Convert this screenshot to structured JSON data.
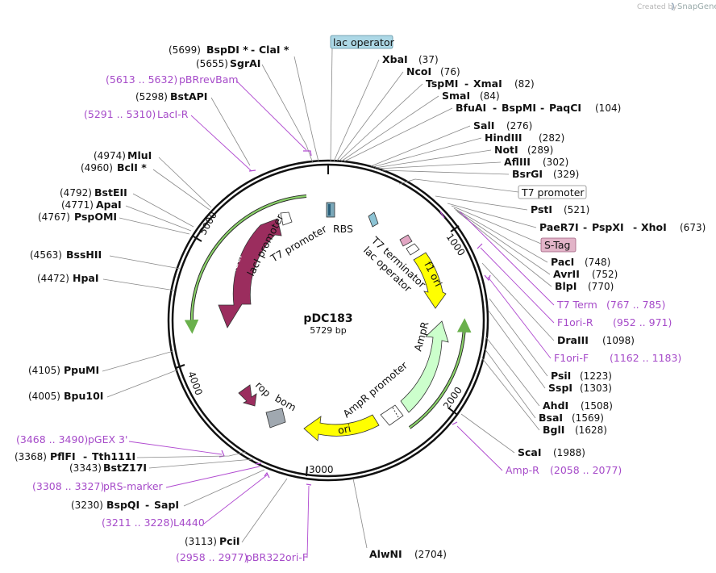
{
  "credit": {
    "prefix": "Created by",
    "brand": "SnapGene"
  },
  "plasmid": {
    "name": "pDC183",
    "size_label": "5729 bp"
  },
  "ticks": [
    "1000",
    "2000",
    "3000",
    "4000",
    "5000"
  ],
  "features": {
    "lac_operator_top": "lac operator",
    "t7_promoter_box": "T7 promoter",
    "s_tag_box": "S-Tag",
    "rbs": "RBS",
    "t7_terminator": "T7 terminator",
    "lac_operator_in": "lac operator",
    "laci_promoter": "lacI promoter",
    "t7_promoter_in": "T7 promoter",
    "laci": "lacI",
    "f1_ori": "f1 ori",
    "ampr": "AmpR",
    "ampr_promoter": "AmpR promoter",
    "ori": "ori",
    "rop": "rop",
    "bom": "bom"
  },
  "sites": [
    {
      "pos": "(5699)",
      "name": "BspDI *",
      "name2": "ClaI *"
    },
    {
      "pos": "(5655)",
      "name": "SgrAI"
    },
    {
      "pos": "(5298)",
      "name": "BstAPI"
    },
    {
      "pos": "(4974)",
      "name": "MluI"
    },
    {
      "pos": "(4960)",
      "name": "BclI *"
    },
    {
      "pos": "(4792)",
      "name": "BstEII"
    },
    {
      "pos": "(4771)",
      "name": "ApaI"
    },
    {
      "pos": "(4767)",
      "name": "PspOMI"
    },
    {
      "pos": "(4563)",
      "name": "BssHII"
    },
    {
      "pos": "(4472)",
      "name": "HpaI"
    },
    {
      "pos": "(4105)",
      "name": "PpuMI"
    },
    {
      "pos": "(4005)",
      "name": "Bpu10I"
    },
    {
      "pos": "(3368)",
      "name": "PflFI",
      "name2": "Tth111I"
    },
    {
      "pos": "(3343)",
      "name": "BstZ17I"
    },
    {
      "pos": "(3230)",
      "name": "BspQI",
      "name2": "SapI"
    },
    {
      "pos": "(3113)",
      "name": "PciI"
    },
    {
      "name": "XbaI",
      "pos": "(37)"
    },
    {
      "name": "NcoI",
      "pos": "(76)"
    },
    {
      "name": "TspMI",
      "name2": "XmaI",
      "pos": "(82)"
    },
    {
      "name": "SmaI",
      "pos": "(84)"
    },
    {
      "name": "BfuAI",
      "name2": "BspMI",
      "name3": "PaqCI",
      "pos": "(104)"
    },
    {
      "name": "SalI",
      "pos": "(276)"
    },
    {
      "name": "HindIII",
      "pos": "(282)"
    },
    {
      "name": "NotI",
      "pos": "(289)"
    },
    {
      "name": "AflIII",
      "pos": "(302)"
    },
    {
      "name": "BsrGI",
      "pos": "(329)"
    },
    {
      "name": "PstI",
      "pos": "(521)"
    },
    {
      "name": "PaeR7I",
      "name2": "PspXI",
      "name3": "XhoI",
      "pos": "(673)"
    },
    {
      "name": "PacI",
      "pos": "(748)"
    },
    {
      "name": "AvrII",
      "pos": "(752)"
    },
    {
      "name": "BlpI",
      "pos": "(770)"
    },
    {
      "name": "DraIII",
      "pos": "(1098)"
    },
    {
      "name": "PsiI",
      "pos": "(1223)"
    },
    {
      "name": "SspI",
      "pos": "(1303)"
    },
    {
      "name": "AhdI",
      "pos": "(1508)"
    },
    {
      "name": "BsaI",
      "pos": "(1569)"
    },
    {
      "name": "BglI",
      "pos": "(1628)"
    },
    {
      "name": "ScaI",
      "pos": "(1988)"
    },
    {
      "name": "AlwNI",
      "pos": "(2704)"
    }
  ],
  "primers": [
    {
      "range": "(5613 .. 5632)",
      "name": "pBRrevBam"
    },
    {
      "range": "(5291 .. 5310)",
      "name": "LacI-R"
    },
    {
      "range": "(3468 .. 3490)",
      "name": "pGEX 3'"
    },
    {
      "range": "(3308 .. 3327)",
      "name": "pRS-marker"
    },
    {
      "range": "(3211 .. 3228)",
      "name": "L4440"
    },
    {
      "range": "(2958 .. 2977)",
      "name": "pBR322ori-F"
    },
    {
      "name": "T7 Term",
      "range": "(767 .. 785)"
    },
    {
      "name": "F1ori-R",
      "range": "(952 .. 971)"
    },
    {
      "name": "F1ori-F",
      "range": "(1162 .. 1183)"
    },
    {
      "name": "Amp-R",
      "range": "(2058 .. 2077)"
    }
  ],
  "colors": {
    "laci": "#9b2d5e",
    "f1_ori": "#ffff00",
    "ori": "#ffff00",
    "ampr": "#ccffcc",
    "rop": "#9b2d5e",
    "bom": "#a0a8b0",
    "primer": "#a64bc9",
    "green_arc": "#6ab04c",
    "lac_box": "#add8e6"
  }
}
